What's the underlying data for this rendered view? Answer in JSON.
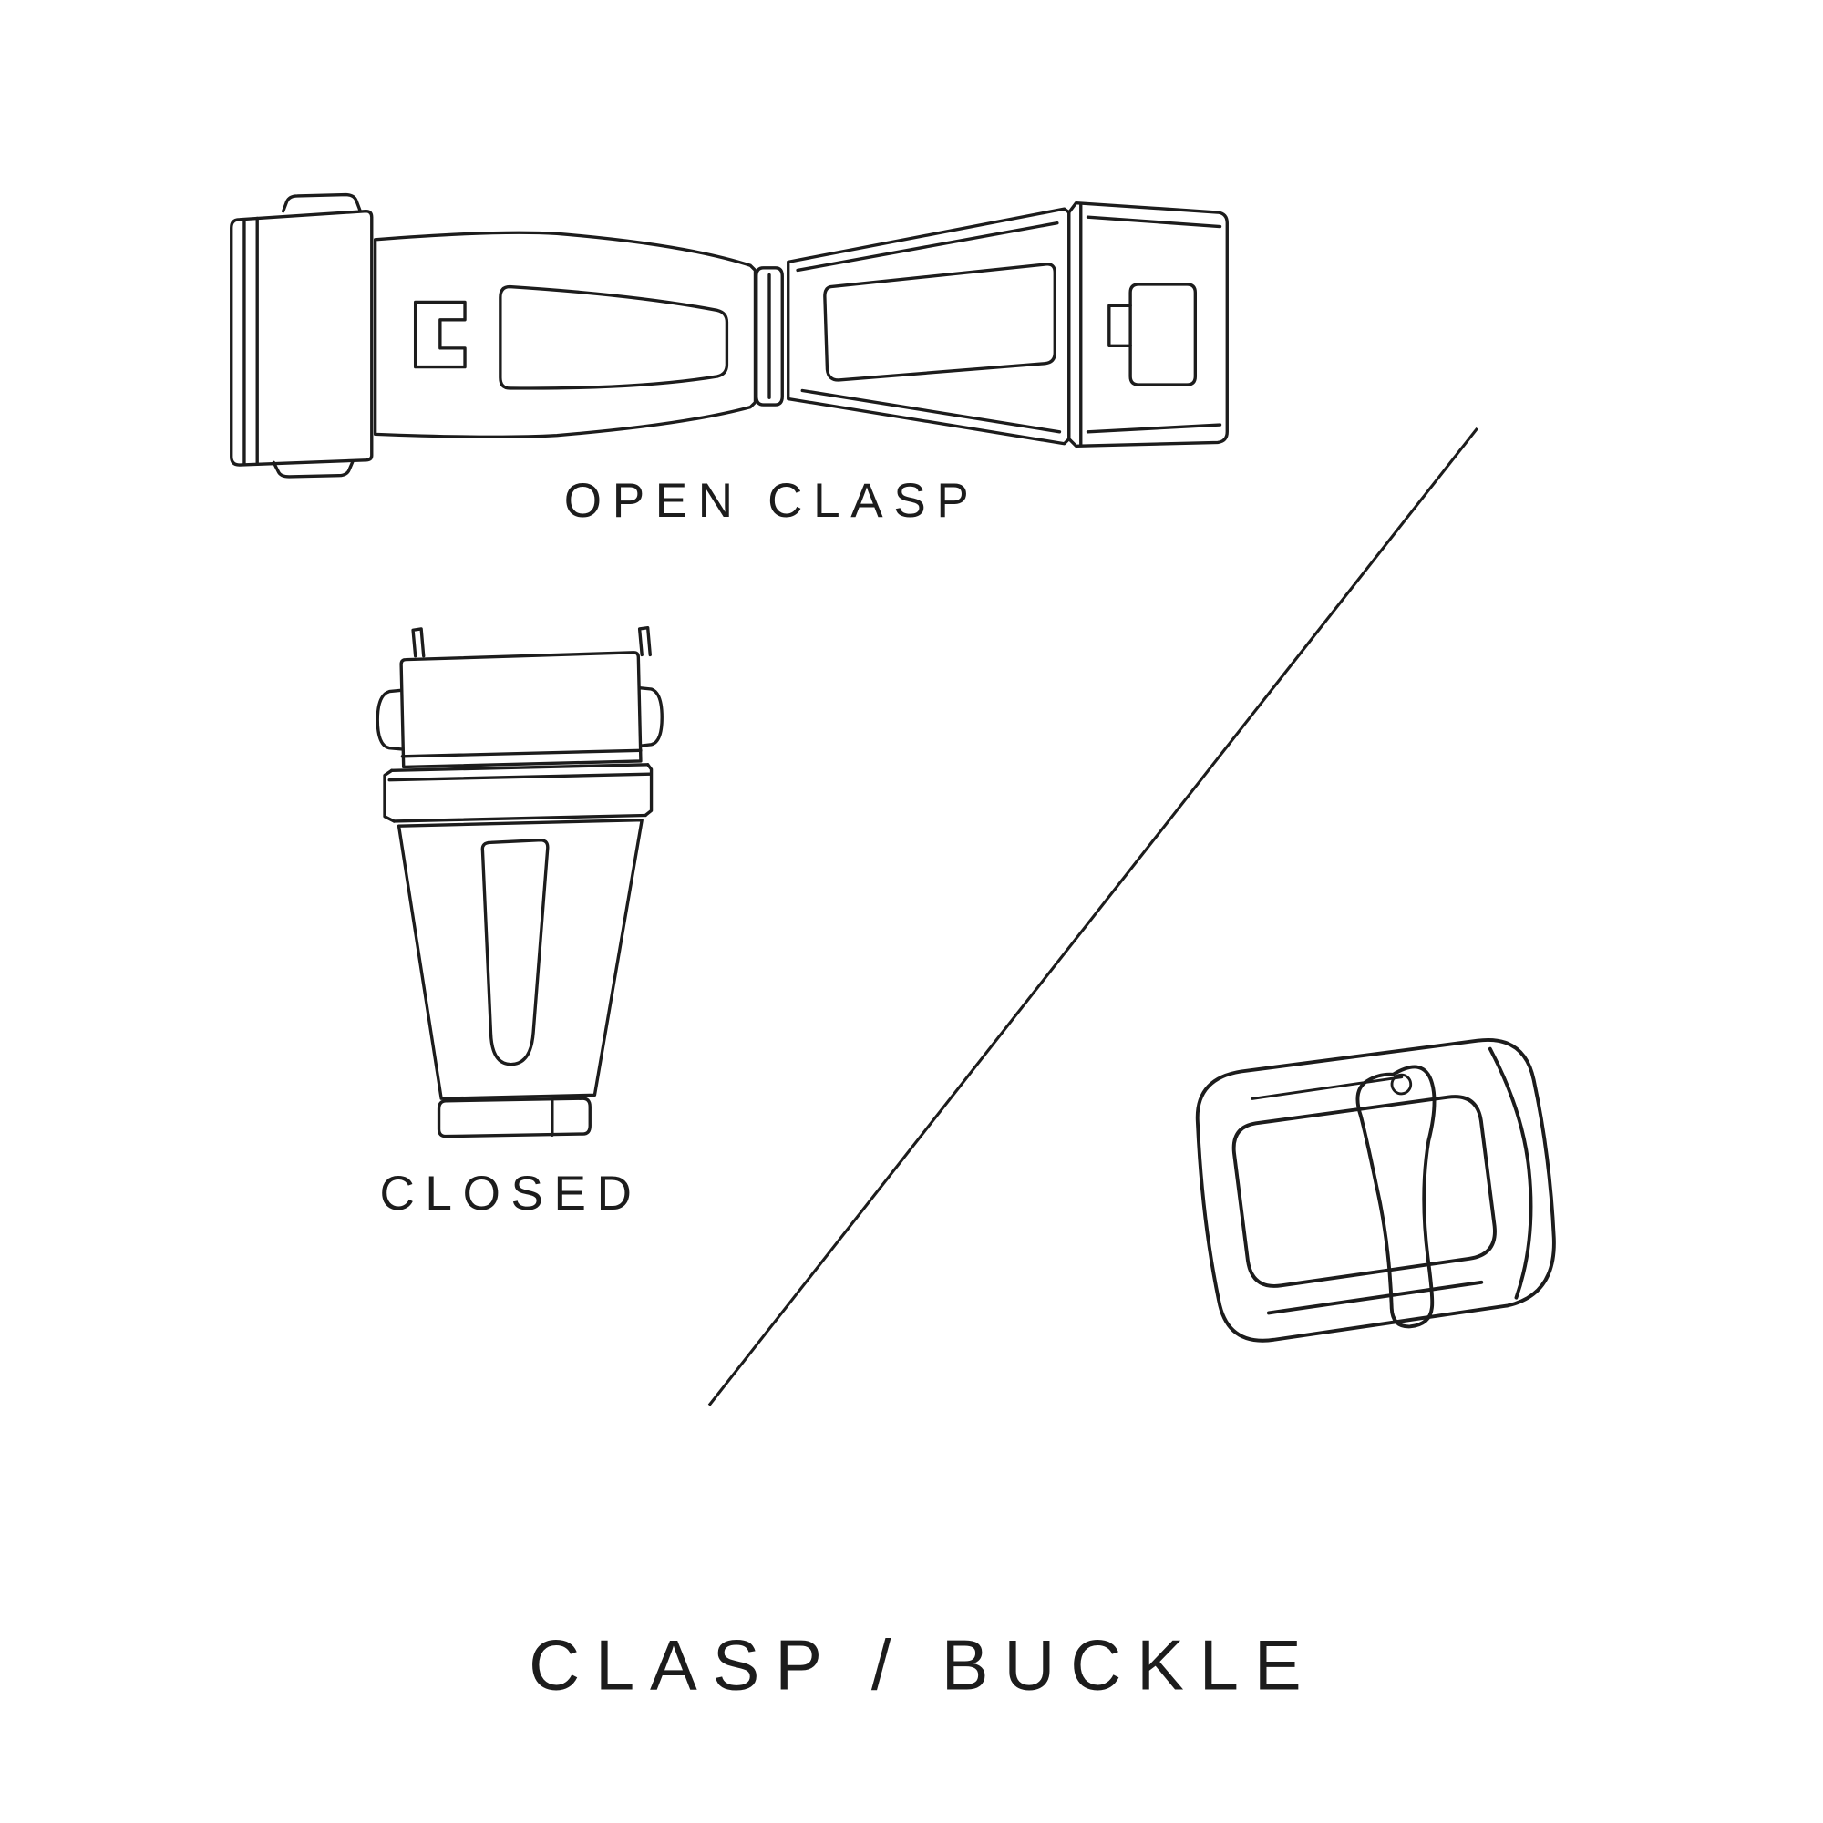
{
  "colors": {
    "background": "#ffffff",
    "line": "#1c1c1c",
    "text": "#1c1c1c"
  },
  "labels": {
    "open_clasp": "OPEN CLASP",
    "closed": "CLOSED"
  },
  "title": "CLASP / BUCKLE",
  "illustrations": {
    "open_clasp": "open-deployant-clasp",
    "closed_clasp": "closed-clasp",
    "buckle": "tang-buckle"
  }
}
